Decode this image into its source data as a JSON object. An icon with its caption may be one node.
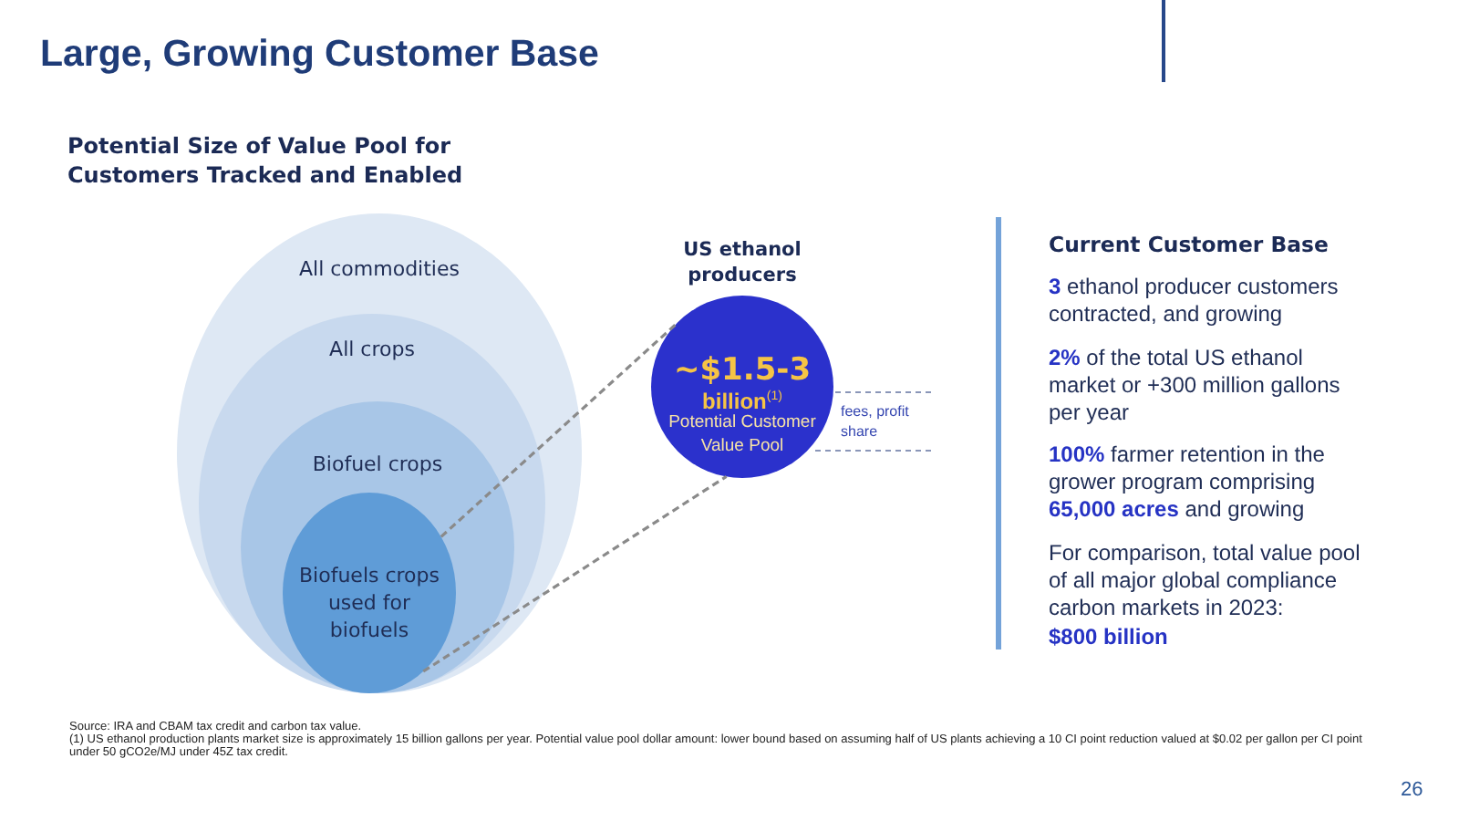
{
  "diagram": {
    "title": "Large, Growing Customer Base",
    "nodes": [
      {
        "text": [
          "All commodities"
        ]
      },
      {
        "text": [
          "All crops"
        ],
        "in": 0
      },
      {
        "text": [
          "Biofuel crops"
        ],
        "in": 1
      },
      {
        "text": [
          "Biofuels crops used for biofuels"
        ],
        "in": 2
      },
      {
        "text": [
          "US ethanol producers",
          "~$1.5-3",
          "billion$^{(1)}$",
          "Potential Customer Value Pool"
        ],
        "beside": [
          "fees, profit share"
        ]
      }
    ],
    "edges": [
      {
        "from": 3,
        "to": 4,
        "arrow": "none",
        "style": "dashed"
      },
      {
        "from": 3,
        "to": 4,
        "arrow": "none",
        "style": "dashed"
      }
    ],
    "labels": [
      "Potential Size of Value Pool for Customers Tracked and Enabled",
      "Current Customer Base",
      "**3** ethanol producer customers contracted, and growing",
      "**2%** of the total US ethanol market or +300 million gallons per year",
      "**100%** farmer retention in the grower program comprising **65,000 acres** and growing",
      "For comparison, total value pool of all major global compliance carbon markets in 2023:",
      "$800 billion",
      "Source: IRA and CBAM tax credit and carbon tax value.",
      "(1) US ethanol production plants market size is approximately 15 billion gallons per year. Potential value pool dollar amount: lower bound based on assuming half of US plants achieving a 10 CI point reduction valued at $0.02 per gallon per CI point under 50 gCO2e/MJ under 45Z tax credit.",
      "26"
    ]
  }
}
